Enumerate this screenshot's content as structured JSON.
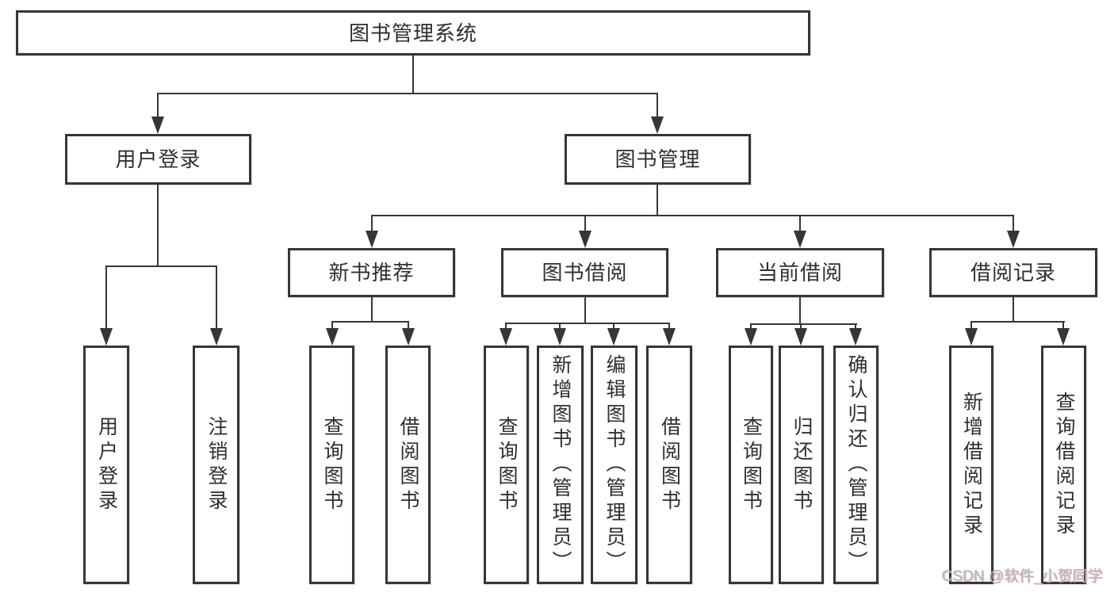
{
  "tree": {
    "root": {
      "label": "图书管理系统"
    },
    "level2": [
      {
        "label": "用户登录",
        "children": [
          {
            "label": "用户登录"
          },
          {
            "label": "注销登录"
          }
        ]
      },
      {
        "label": "图书管理",
        "children": [
          {
            "label": "新书推荐",
            "children": [
              {
                "label": "查询图书"
              },
              {
                "label": "借阅图书"
              }
            ]
          },
          {
            "label": "图书借阅",
            "children": [
              {
                "label": "查询图书"
              },
              {
                "label": "新增图书（管理员）"
              },
              {
                "label": "编辑图书（管理员）"
              },
              {
                "label": "借阅图书"
              }
            ]
          },
          {
            "label": "当前借阅",
            "children": [
              {
                "label": "查询图书"
              },
              {
                "label": "归还图书"
              },
              {
                "label": "确认归还（管理员）"
              }
            ]
          },
          {
            "label": "借阅记录",
            "children": [
              {
                "label": "新增借阅记录"
              },
              {
                "label": "查询借阅记录"
              }
            ]
          }
        ]
      }
    ]
  },
  "watermark": {
    "text": "CSDN @软件_小贺同学"
  },
  "colors": {
    "line": "#363636",
    "text": "#2f2f2f",
    "watermark": "#b9b9b9",
    "background": "#ffffff"
  }
}
